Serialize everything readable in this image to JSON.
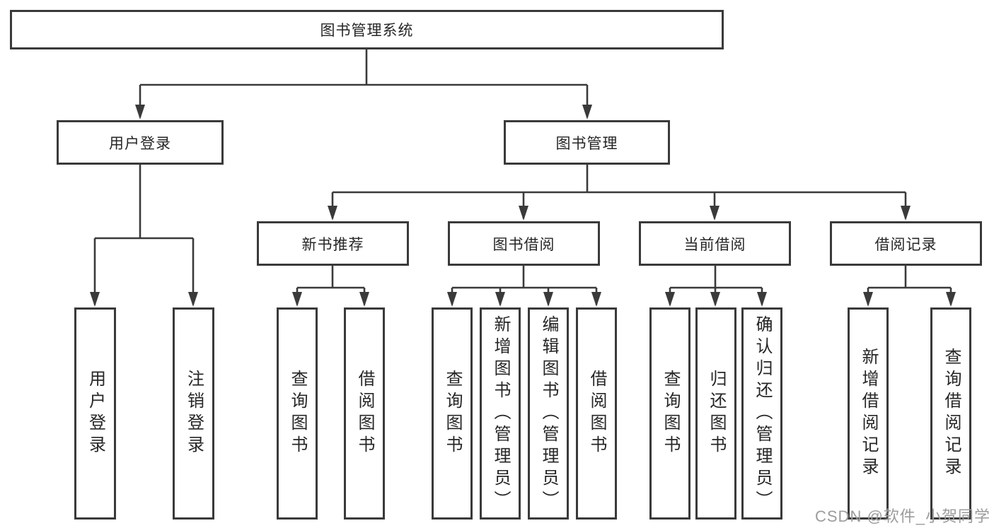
{
  "diagram": {
    "root": "图书管理系统",
    "level2": [
      "用户登录",
      "图书管理"
    ],
    "level3": [
      "新书推荐",
      "图书借阅",
      "当前借阅",
      "借阅记录"
    ],
    "leaves": [
      "用户登录",
      "注销登录",
      "查询图书",
      "借阅图书",
      "查询图书",
      "新增图书（管理员）",
      "编辑图书（管理员）",
      "借阅图书",
      "查询图书",
      "归还图书",
      "确认归还（管理员）",
      "新增借阅记录",
      "查询借阅记录"
    ]
  },
  "watermark": "CSDN @软件_小贺同学",
  "colors": {
    "line": "#3a3a3a",
    "text": "#262626",
    "box_background": "#ffffff",
    "page_background": "#ffffff",
    "watermark": "#9c9c9c"
  }
}
